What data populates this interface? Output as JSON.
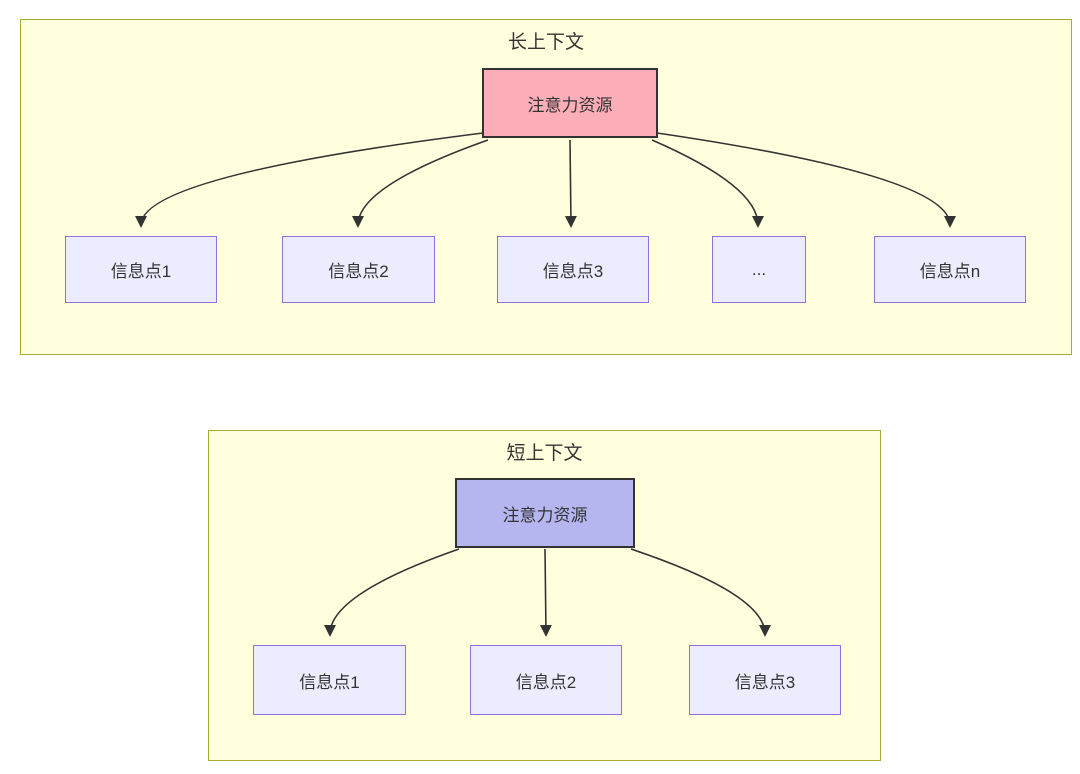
{
  "diagram": {
    "type": "flowchart-comparison",
    "colors": {
      "page_background": "#ffffff",
      "container_fill": "#ffffde",
      "container_border": "#aaaa33",
      "info_node_fill": "#ececff",
      "info_node_border": "#9370db",
      "attention_long_fill": "#fbaeb8",
      "attention_short_fill": "#b5b5f0",
      "attention_node_border": "#333333",
      "arrow_color": "#333333",
      "text_color": "#333333"
    },
    "sections": [
      {
        "title": "长上下文",
        "attention_node": {
          "label": "注意力资源"
        },
        "info_nodes": [
          {
            "label": "信息点1"
          },
          {
            "label": "信息点2"
          },
          {
            "label": "信息点3"
          },
          {
            "label": "..."
          },
          {
            "label": "信息点n"
          }
        ],
        "edges": "attention_node -> each info node (5 arrows)"
      },
      {
        "title": "短上下文",
        "attention_node": {
          "label": "注意力资源"
        },
        "info_nodes": [
          {
            "label": "信息点1"
          },
          {
            "label": "信息点2"
          },
          {
            "label": "信息点3"
          }
        ],
        "edges": "attention_node -> each info node (3 arrows)"
      }
    ]
  }
}
